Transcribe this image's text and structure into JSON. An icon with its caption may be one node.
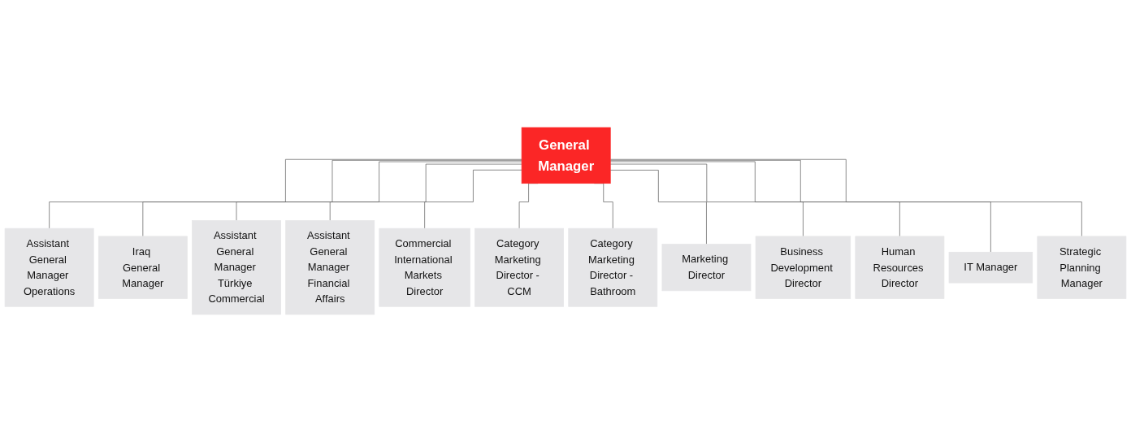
{
  "diagram": {
    "nodes": [
      {
        "text": [
          "General Manager"
        ]
      },
      {
        "text": [
          "Assistant General Manager Operations"
        ]
      },
      {
        "text": [
          "Iraq General Manager"
        ]
      },
      {
        "text": [
          "Assistant General Manager Türkiye Commercial"
        ]
      },
      {
        "text": [
          "Assistant General Manager Financial Affairs"
        ]
      },
      {
        "text": [
          "Commercial International Markets Director"
        ]
      },
      {
        "text": [
          "Category Marketing Director - CCM"
        ]
      },
      {
        "text": [
          "Category Marketing Director - Bathroom"
        ]
      },
      {
        "text": [
          "Marketing Director"
        ]
      },
      {
        "text": [
          "Business Development Director"
        ]
      },
      {
        "text": [
          "Human Resources Director"
        ]
      },
      {
        "text": [
          "IT Manager"
        ]
      },
      {
        "text": [
          "Strategic Planning Manager"
        ]
      }
    ],
    "edges": [
      {
        "from": 0,
        "to": 1,
        "arrow": "none"
      },
      {
        "from": 0,
        "to": 2,
        "arrow": "none"
      },
      {
        "from": 0,
        "to": 3,
        "arrow": "none"
      },
      {
        "from": 0,
        "to": 4,
        "arrow": "none"
      },
      {
        "from": 0,
        "to": 5,
        "arrow": "none"
      },
      {
        "from": 0,
        "to": 6,
        "arrow": "none"
      },
      {
        "from": 0,
        "to": 7,
        "arrow": "none"
      },
      {
        "from": 0,
        "to": 8,
        "arrow": "none"
      },
      {
        "from": 0,
        "to": 9,
        "arrow": "none"
      },
      {
        "from": 0,
        "to": 10,
        "arrow": "none"
      },
      {
        "from": 0,
        "to": 11,
        "arrow": "none"
      },
      {
        "from": 0,
        "to": 12,
        "arrow": "none"
      }
    ]
  }
}
